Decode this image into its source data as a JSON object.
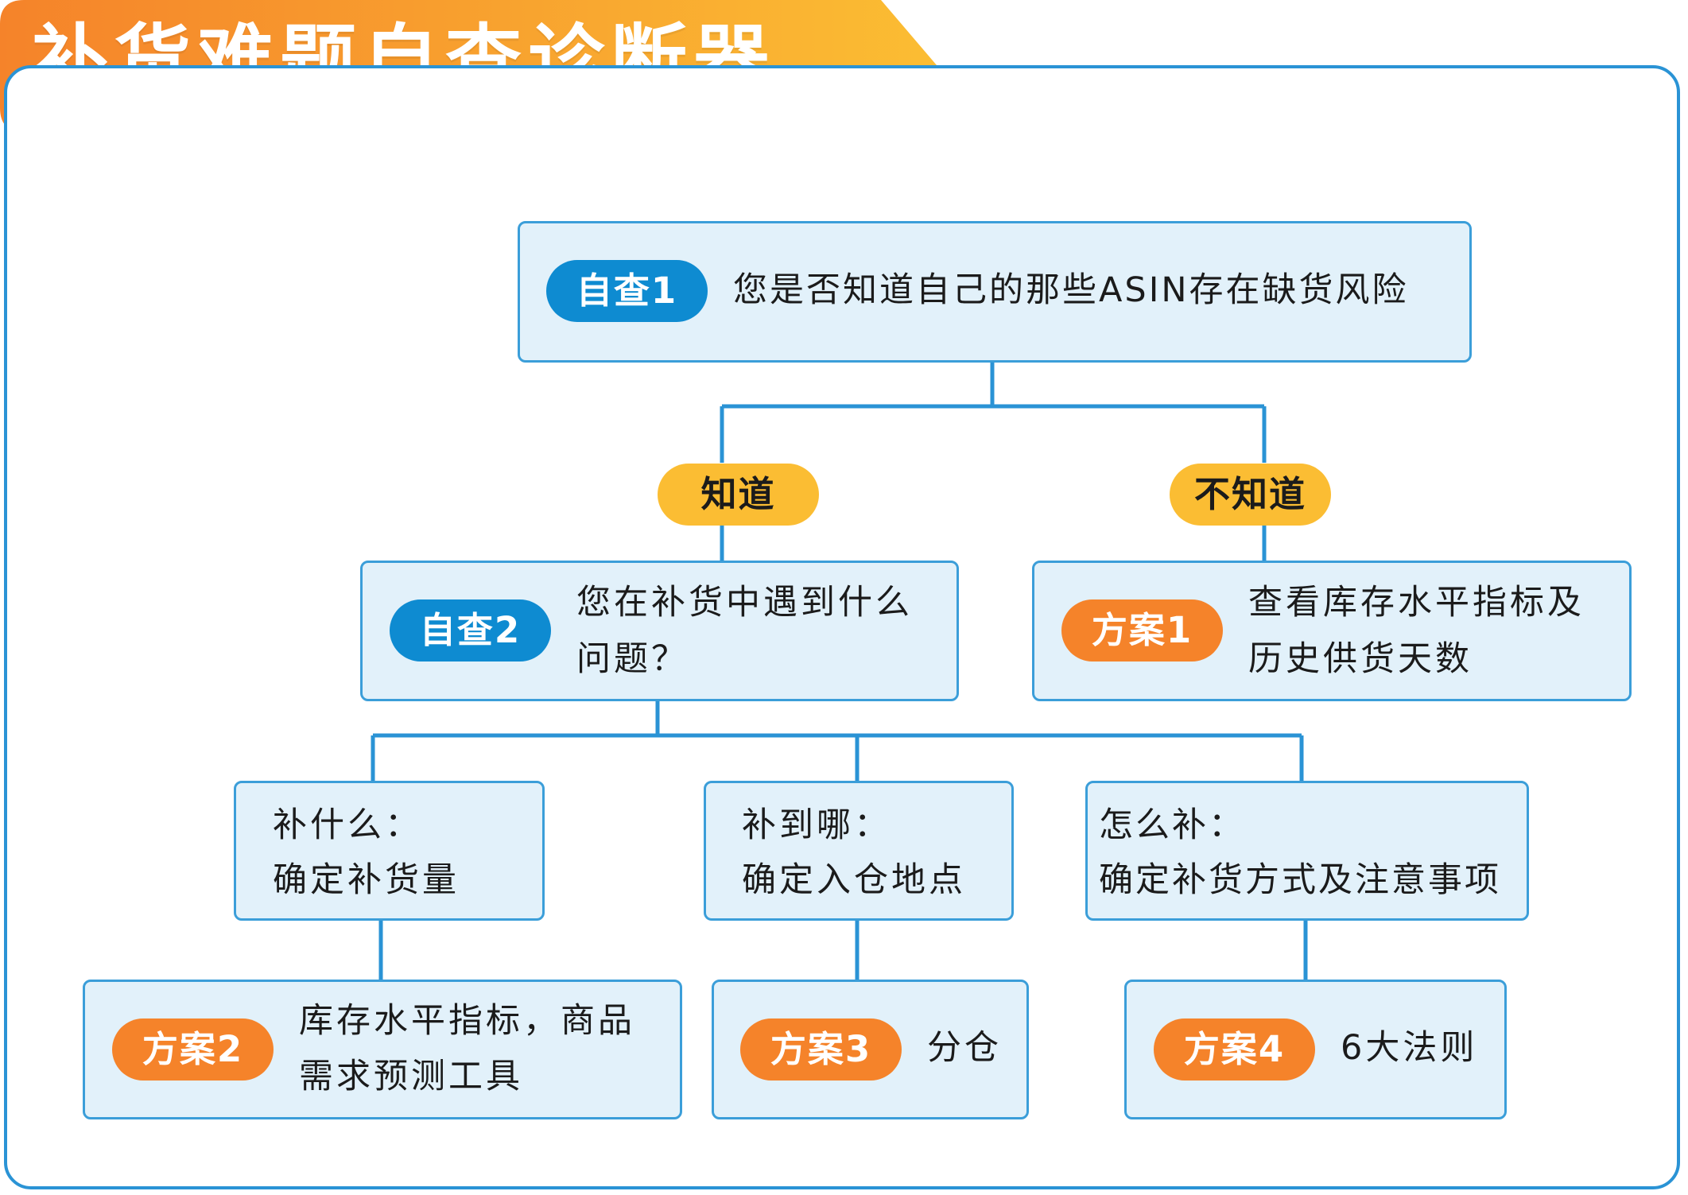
{
  "title": "补货难题自查诊断器",
  "colors": {
    "banner_start": "#f5832a",
    "banner_end": "#fbbd33",
    "frame": "#2a93d5",
    "node_fill": "#e2f1fa",
    "node_border": "#3b9ed9",
    "pill_blue": "#0e8bd1",
    "pill_orange": "#f5832a",
    "pill_yellow": "#fbbd33"
  },
  "check1": {
    "tag": "自查1",
    "text": "您是否知道自己的那些ASIN存在缺货风险"
  },
  "branch_yes": "知道",
  "branch_no": "不知道",
  "check2": {
    "tag": "自查2",
    "line1": "您在补货中遇到什么",
    "line2": "问题？"
  },
  "plan1": {
    "tag": "方案1",
    "line1": "查看库存水平指标及",
    "line2": "历史供货天数"
  },
  "q_what": {
    "line1": "补什么：",
    "line2": "确定补货量"
  },
  "q_where": {
    "line1": "补到哪：",
    "line2": "确定入仓地点"
  },
  "q_how": {
    "line1": "怎么补：",
    "line2": "确定补货方式及注意事项"
  },
  "plan2": {
    "tag": "方案2",
    "line1": "库存水平指标，商品",
    "line2": "需求预测工具"
  },
  "plan3": {
    "tag": "方案3",
    "text": "分仓"
  },
  "plan4": {
    "tag": "方案4",
    "text": "6大法则"
  }
}
